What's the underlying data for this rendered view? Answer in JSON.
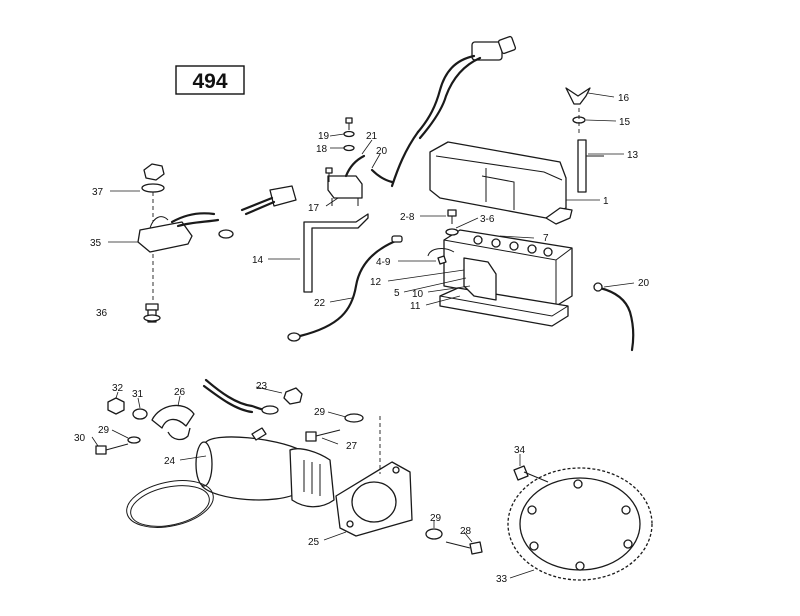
{
  "page_number": "494",
  "callouts": {
    "c1": "1",
    "c7": "7",
    "c10": "10",
    "c11": "11",
    "c12": "12",
    "c13": "13",
    "c14": "14",
    "c15": "15",
    "c16": "16",
    "c17": "17",
    "c18": "18",
    "c19": "19",
    "c20a": "20",
    "c20b": "20",
    "c21": "21",
    "c22": "22",
    "c23": "23",
    "c24": "24",
    "c25": "25",
    "c26": "26",
    "c27": "27",
    "c28": "28",
    "c29a": "29",
    "c29b": "29",
    "c29c": "29",
    "c30": "30",
    "c31": "31",
    "c32": "32",
    "c33": "33",
    "c34": "34",
    "c35": "35",
    "c36": "36",
    "c37": "37",
    "c5": "5",
    "c2_8": "2-8",
    "c3_6": "3-6",
    "c4_9": "4-9"
  }
}
